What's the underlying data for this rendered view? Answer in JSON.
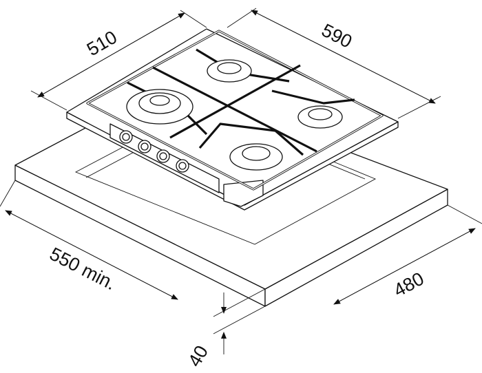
{
  "dimensions": {
    "hob_depth": "510",
    "hob_width": "590",
    "cutout_min": "550 min.",
    "cutout_depth": "480",
    "worktop_thickness": "40"
  }
}
